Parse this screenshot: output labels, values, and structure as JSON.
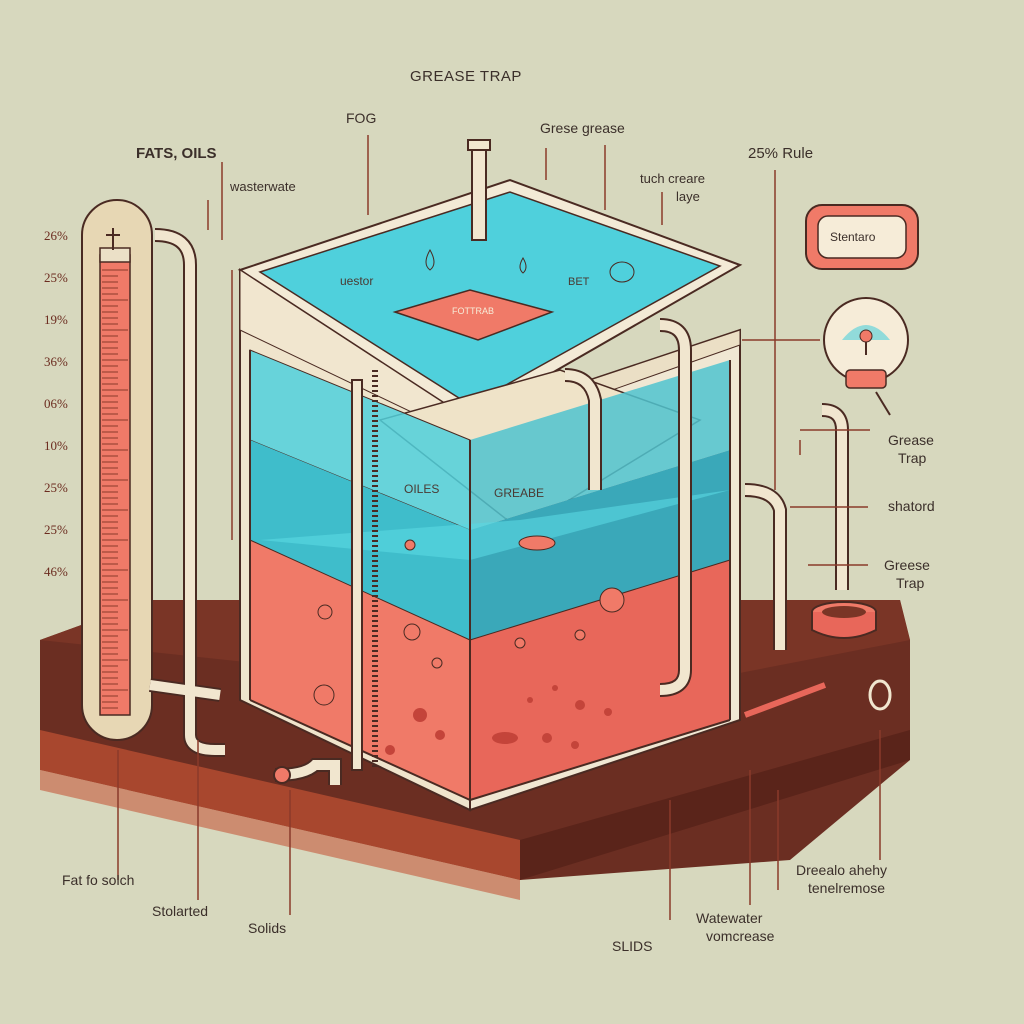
{
  "title": "GREASE TRAP",
  "labels": {
    "fats_oils": "FATS, OILS",
    "wastewater_top": "wasterwate",
    "fog": "FOG",
    "grease_grease": "Grese  grease",
    "tuch_creare": "tuch creare",
    "laye": "laye",
    "rule_25": "25% Rule",
    "standard": "Stentaro",
    "grease_trap_1": "Grease",
    "trap_1": "Trap",
    "shatord": "shatord",
    "grease_trap_2": "Greese",
    "trap_2": "Trap",
    "fat_solch": "Fat fo solch",
    "stolarted": "Stolarted",
    "solids": "Solids",
    "slids": "SLIDS",
    "watewater": "Watewater",
    "vomcrease": "vomcrease",
    "dreealo_1": "Dreealo ahehy",
    "dreealo_2": "tenelremose"
  },
  "tank_labels": {
    "uestor": "uestor",
    "bet": "BET",
    "fottrab": "FOTTRAB",
    "oiles": "OILES",
    "grease_layer": "GREABE"
  },
  "gauge_ticks": [
    "26%",
    "25%",
    "19%",
    "36%",
    "06%",
    "10%",
    "25%",
    "25%",
    "46%"
  ],
  "colors": {
    "background": "#d7d8be",
    "water": "#4fd0dc",
    "grease": "#f07a68",
    "cream": "#f1e6cf",
    "soil": "#6b2e22",
    "outline": "#4a2a22"
  }
}
